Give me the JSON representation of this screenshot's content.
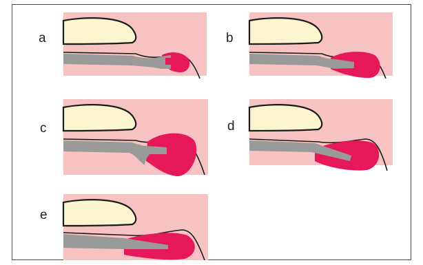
{
  "panels": [
    {
      "label": "a"
    },
    {
      "label": "b"
    },
    {
      "label": "c"
    },
    {
      "label": "d"
    },
    {
      "label": "e"
    }
  ],
  "colors": {
    "background_tissue": "#f7c2c2",
    "bone": "#fbf5cf",
    "instrument": "#9a9a9a",
    "lesion": "#e5195a",
    "outline": "#1a1a1a",
    "frame": "#4a4a4a"
  }
}
